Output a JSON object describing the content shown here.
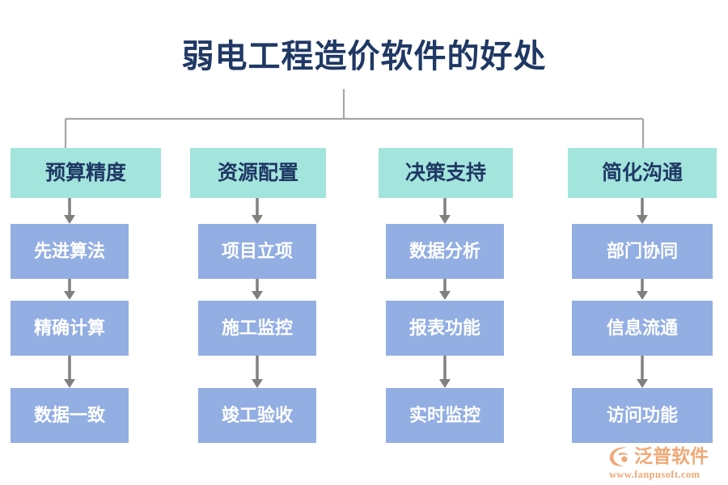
{
  "title": "弱电工程造价软件的好处",
  "theme": {
    "title_color": "#1F3864",
    "header_box_color": "#A3E4DD",
    "header_text_color": "#1F3864",
    "sub_box_color": "#93AEE2",
    "sub_text_color": "#FFFFFF",
    "connector_color": "#A6A6A6",
    "arrow_color": "#808080",
    "logo_color": "#F0A875",
    "background": "#FFFFFF"
  },
  "columns": [
    {
      "header": "预算精度",
      "steps": [
        "先进算法",
        "精确计算",
        "数据一致"
      ]
    },
    {
      "header": "资源配置",
      "steps": [
        "项目立项",
        "施工监控",
        "竣工验收"
      ]
    },
    {
      "header": "决策支持",
      "steps": [
        "数据分析",
        "报表功能",
        "实时监控"
      ]
    },
    {
      "header": "简化沟通",
      "steps": [
        "部门协同",
        "信息流通",
        "访问功能"
      ]
    }
  ],
  "logo": {
    "name": "泛普软件",
    "url": "www.fanpusoft.com"
  }
}
